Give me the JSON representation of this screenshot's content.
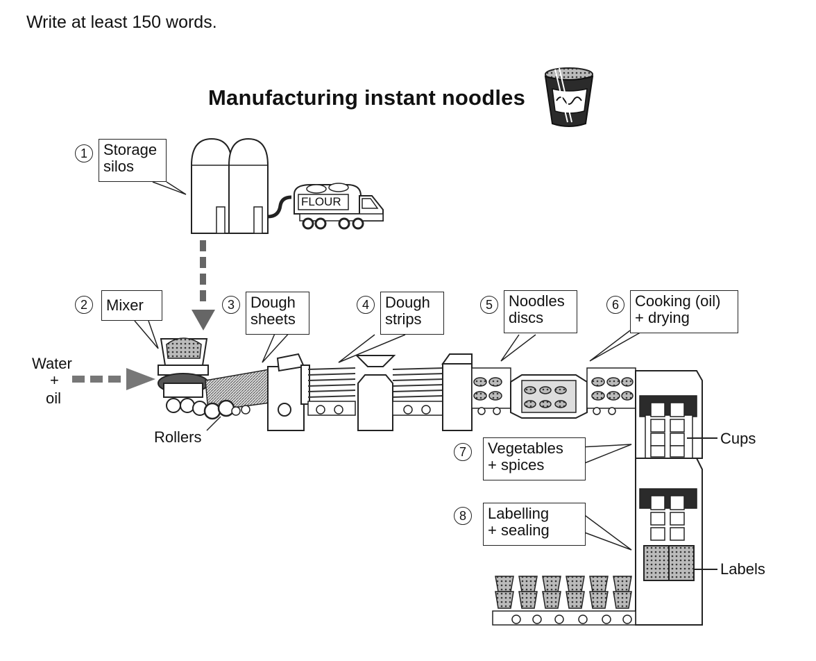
{
  "instruction": "Write at least 150 words.",
  "title": "Manufacturing instant noodles",
  "truck_label": "FLOUR",
  "steps": [
    {
      "num": "1",
      "line1": "Storage",
      "line2": "silos"
    },
    {
      "num": "2",
      "line1": "Mixer",
      "line2": ""
    },
    {
      "num": "3",
      "line1": "Dough",
      "line2": "sheets"
    },
    {
      "num": "4",
      "line1": "Dough",
      "line2": "strips"
    },
    {
      "num": "5",
      "line1": "Noodles",
      "line2": "discs"
    },
    {
      "num": "6",
      "line1": "Cooking (oil)",
      "line2": "+ drying"
    },
    {
      "num": "7",
      "line1": "Vegetables",
      "line2": "+ spices"
    },
    {
      "num": "8",
      "line1": "Labelling",
      "line2": "+ sealing"
    }
  ],
  "labels": {
    "water": "Water",
    "plus": "+",
    "oil": "oil",
    "rollers": "Rollers",
    "cups": "Cups",
    "labels": "Labels"
  }
}
